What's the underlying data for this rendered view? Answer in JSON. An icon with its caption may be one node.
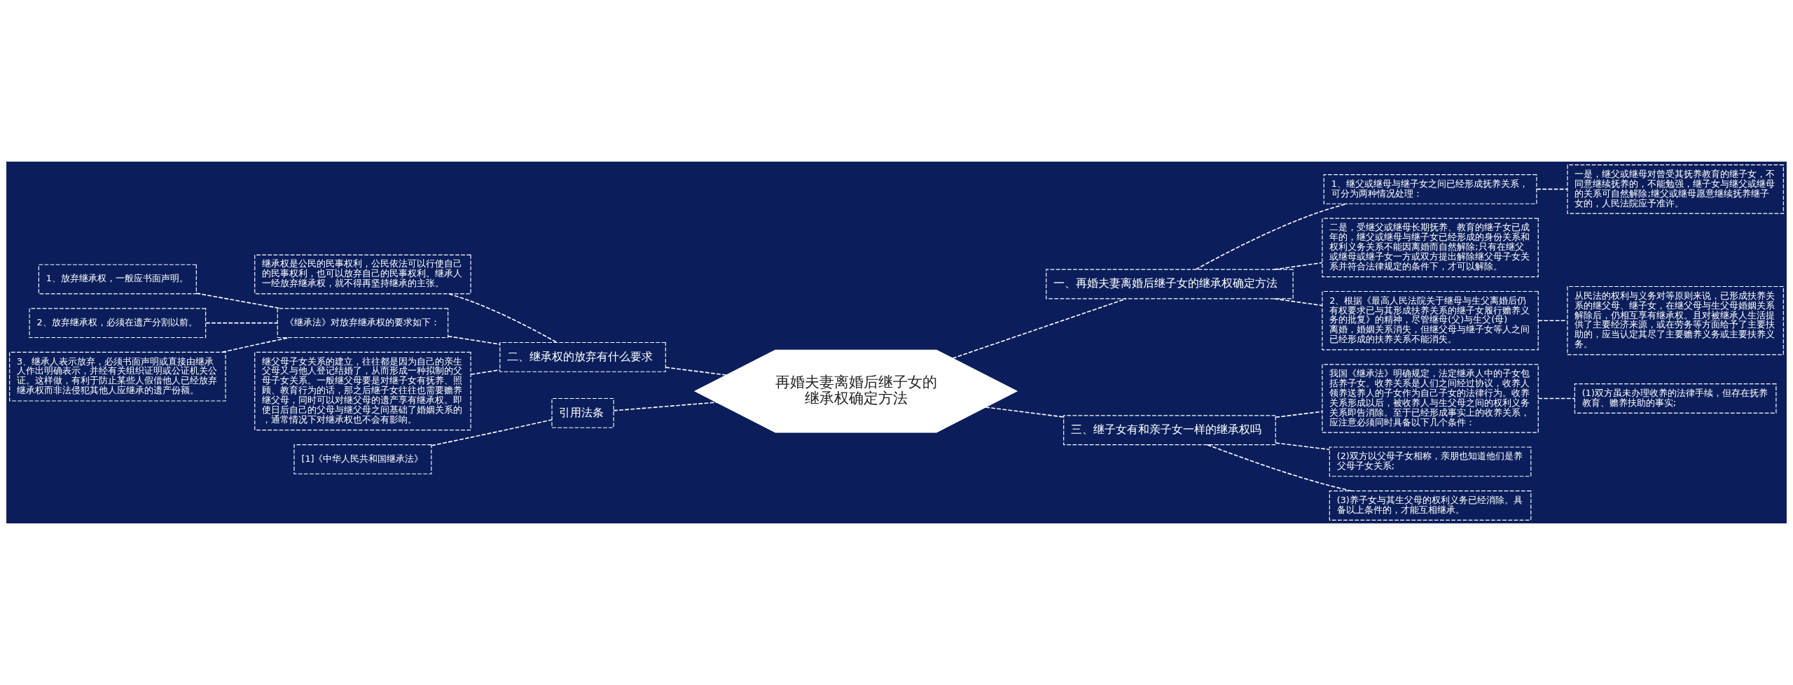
{
  "diagram": {
    "nodes": [
      {
        "text": [
          "再婚夫妻离婚后继子女的继承权确定方法"
        ]
      },
      {
        "text": [
          "一、再婚夫妻离婚后继子女的继承权确定方法"
        ]
      },
      {
        "text": [
          "1、继父或继母与继子女之间已经形成抚养关系，可分为两种情况处理："
        ]
      },
      {
        "text": [
          "一是，继父或继母对曾受其抚养教育的继子女，不同意继续抚养的，不能勉强，继子女与继父或继母的关系可自然解除;继父或继母愿意继续抚养继子女的，人民法院应予准许。"
        ]
      },
      {
        "text": [
          "二是，受继父或继母长期抚养、教育的继子女已成年的，继父或继母与继子女已经形成的身份关系和权利义务关系不能因离婚而自然解除;只有在继父或继母或继子女一方或双方提出解除继父母子女关系并符合法律规定的条件下，才可以解除。"
        ]
      },
      {
        "text": [
          "2、根据《最高人民法院关于继母与生父离婚后仍有权要求已与其形成扶养关系的继子女履行赡养义务的批复》的精神，尽管继母(父)与生父(母)离婚，婚姻关系消失，但继父母与继子女等人之间已经形成的扶养关系不能消失。"
        ]
      },
      {
        "text": [
          "从民法的权利与义务对等原则来说，已形成扶养关系的继父母、继子女，在继父母与生父母婚姻关系解除后，仍相互享有继承权。且对被继承人生活提供了主要经济来源，或在劳务等方面给予了主要扶助的，应当认定其尽了主要赡养义务或主要扶养义务。"
        ]
      },
      {
        "text": [
          "三、继子女有和亲子女一样的继承权吗"
        ]
      },
      {
        "text": [
          "我国《继承法》明确规定，法定继承人中的子女包括养子女。收养关系是人们之间经过协议，收养人领养送养人的子女作为自己子女的法律行为。收养关系形成以后，被收养人与生父母之间的权利义务关系即告消除。至于已经形成事实上的收养关系，应注意必须同时具备以下几个条件："
        ]
      },
      {
        "text": [
          "(1)双方虽未办理收养的法律手续，但存在抚养教育、赡养扶助的事实;"
        ]
      },
      {
        "text": [
          "(2)双方以父母子女相称，亲朋也知道他们是养父母子女关系;"
        ]
      },
      {
        "text": [
          "(3)养子女与其生父母的权利义务已经消除。具备以上条件的，才能互相继承。"
        ]
      },
      {
        "text": [
          "二、继承权的放弃有什么要求"
        ]
      },
      {
        "text": [
          "继承权是公民的民事权利，公民依法可以行使自己的民事权利，也可以放弃自己的民事权利。继承人一经放弃继承权，就不得再坚持继承的主张。"
        ]
      },
      {
        "text": [
          "《继承法》对放弃继承权的要求如下："
        ]
      },
      {
        "text": [
          "1、放弃继承权，一般应书面声明。"
        ]
      },
      {
        "text": [
          "2、放弃继承权，必须在遗产分割以前。"
        ]
      },
      {
        "text": [
          "3、继承人表示放弃，必须书面声明或直接由继承人作出明确表示，并经有关组织证明或公证机关公证。这样做，有利于防止某些人假借他人已经放弃继承权而非法侵犯其他人应继承的遗产份额。"
        ]
      },
      {
        "text": [
          "继父母子女关系的建立，往往都是因为自己的亲生父母又与他人登记结婚了，从而形成一种拟制的父母子女关系。一般继父母要是对继子女有抚养、照顾、教育行为的话，那之后继子女往往也需要赡养继父母，同时可以对继父母的遗产享有继承权。即使日后自己的父母与继父母之间基础了婚姻关系的，通常情况下对继承权也不会有影响。"
        ]
      },
      {
        "text": [
          "引用法条"
        ]
      },
      {
        "text": [
          "[1]《中华人民共和国继承法》"
        ]
      }
    ],
    "edges": [
      {
        "from": 0,
        "to": 1,
        "arrow": "none"
      },
      {
        "from": 1,
        "to": 2,
        "arrow": "none"
      },
      {
        "from": 2,
        "to": 3,
        "arrow": "none"
      },
      {
        "from": 1,
        "to": 4,
        "arrow": "none"
      },
      {
        "from": 1,
        "to": 5,
        "arrow": "none"
      },
      {
        "from": 5,
        "to": 6,
        "arrow": "none"
      },
      {
        "from": 0,
        "to": 7,
        "arrow": "none"
      },
      {
        "from": 7,
        "to": 8,
        "arrow": "none"
      },
      {
        "from": 8,
        "to": 9,
        "arrow": "none"
      },
      {
        "from": 7,
        "to": 10,
        "arrow": "none"
      },
      {
        "from": 7,
        "to": 11,
        "arrow": "none"
      },
      {
        "from": 0,
        "to": 12,
        "arrow": "none"
      },
      {
        "from": 12,
        "to": 13,
        "arrow": "none"
      },
      {
        "from": 12,
        "to": 14,
        "arrow": "none"
      },
      {
        "from": 14,
        "to": 15,
        "arrow": "none"
      },
      {
        "from": 14,
        "to": 16,
        "arrow": "none"
      },
      {
        "from": 14,
        "to": 17,
        "arrow": "none"
      },
      {
        "from": 12,
        "to": 18,
        "arrow": "none"
      },
      {
        "from": 0,
        "to": 19,
        "arrow": "none"
      },
      {
        "from": 19,
        "to": 20,
        "arrow": "none"
      }
    ]
  }
}
